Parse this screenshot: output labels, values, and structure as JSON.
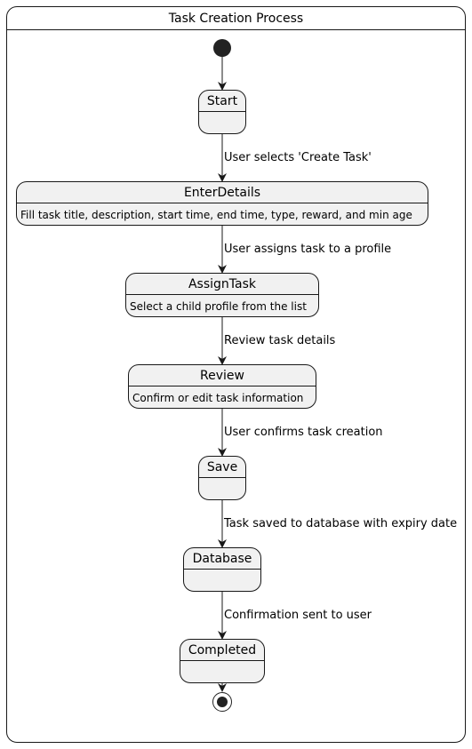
{
  "diagram": {
    "title": "Task Creation Process",
    "states": [
      {
        "id": "start",
        "name": "Start",
        "description": ""
      },
      {
        "id": "enter-details",
        "name": "EnterDetails",
        "description": "Fill task title, description, start time, end time, type, reward, and min age"
      },
      {
        "id": "assign-task",
        "name": "AssignTask",
        "description": "Select a child profile from the list"
      },
      {
        "id": "review",
        "name": "Review",
        "description": "Confirm or edit task information"
      },
      {
        "id": "save",
        "name": "Save",
        "description": ""
      },
      {
        "id": "database",
        "name": "Database",
        "description": ""
      },
      {
        "id": "completed",
        "name": "Completed",
        "description": ""
      }
    ],
    "transitions": [
      {
        "from": "Start",
        "to": "EnterDetails",
        "label": "User selects 'Create Task'"
      },
      {
        "from": "EnterDetails",
        "to": "AssignTask",
        "label": "User assigns task to a profile"
      },
      {
        "from": "AssignTask",
        "to": "Review",
        "label": "Review task details"
      },
      {
        "from": "Review",
        "to": "Save",
        "label": "User confirms task creation"
      },
      {
        "from": "Save",
        "to": "Database",
        "label": "Task saved to database with expiry date"
      },
      {
        "from": "Database",
        "to": "Completed",
        "label": "Confirmation sent to user"
      }
    ],
    "colors": {
      "state_fill": "#f1f1f1",
      "border": "#181818",
      "marker": "#222222"
    }
  }
}
